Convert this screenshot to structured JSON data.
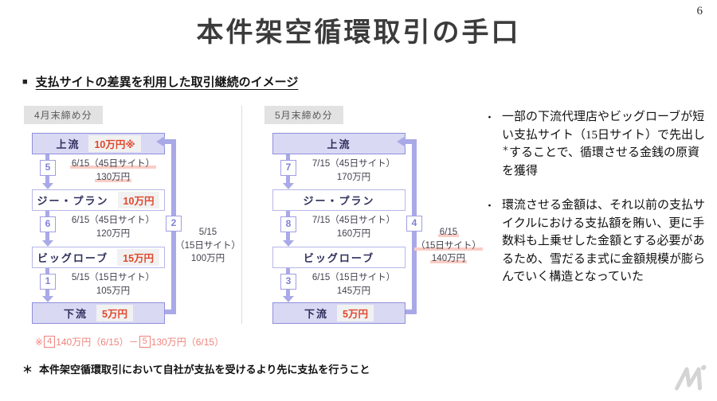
{
  "page": {
    "number": "6",
    "title": "本件架空循環取引の手口",
    "section_marker": "■",
    "section_title": "支払サイトの差異を利用した取引継続のイメージ"
  },
  "diagrams": [
    {
      "label": "4月末締め分",
      "boxes": [
        {
          "name": "上流",
          "amount": "10万円※"
        },
        {
          "name": "ジー・プラン",
          "amount": "10万円"
        },
        {
          "name": "ビッグローブ",
          "amount": "15万円"
        },
        {
          "name": "下流",
          "amount": "5万円"
        }
      ],
      "flows": [
        {
          "badge": "5",
          "date": "6/15（45日サイト）",
          "amount": "130万円"
        },
        {
          "badge": "6",
          "date": "6/15（45日サイト）",
          "amount": "120万円"
        },
        {
          "badge": "1",
          "date": "5/15（15日サイト）",
          "amount": "105万円"
        }
      ],
      "return_flow": {
        "badge": "2",
        "line1": "5/15",
        "line2": "（15日サイト）",
        "line3": "100万円"
      },
      "note": {
        "mark": "※",
        "ref1": "4",
        "seg1": "140万円（6/15）－",
        "ref2": "5",
        "seg2": "130万円（6/15）"
      }
    },
    {
      "label": "5月末締め分",
      "boxes": [
        {
          "name": "上流"
        },
        {
          "name": "ジー・プラン"
        },
        {
          "name": "ビッグローブ"
        },
        {
          "name": "下流",
          "amount": "5万円"
        }
      ],
      "flows": [
        {
          "badge": "7",
          "date": "7/15（45日サイト）",
          "amount": "170万円"
        },
        {
          "badge": "8",
          "date": "7/15（45日サイト）",
          "amount": "160万円"
        },
        {
          "badge": "3",
          "date": "6/15（15日サイト）",
          "amount": "145万円"
        }
      ],
      "return_flow": {
        "badge": "4",
        "line1": "6/15",
        "line2": "（15日サイト）",
        "line3": "140万円"
      }
    }
  ],
  "bullets": [
    {
      "marker": "・",
      "text_pre": "一部の下流代理店やビッグローブが短い支払サイト（15日サイト）で先出し",
      "sup": "＊",
      "text_post": "することで、循環させる金銭の原資を獲得"
    },
    {
      "marker": "・",
      "text": "環流させる金額は、それ以前の支払サイクルにおける支払額を賄い、更に手数料も上乗せした金額とする必要があるため、雪だるま式に金額規模が膨らんでいく構造となっていた"
    }
  ],
  "footnote": {
    "mark": "＊",
    "text": "本件架空循環取引において自社が支払を受けるより先に支払を行うこと"
  },
  "colors": {
    "accent_purple": "#8f8fdb",
    "box_fill_lavender": "#d9d9f4",
    "arrow_purple": "#a9a9e8",
    "amount_red": "#e1472b",
    "highlight_salmon": "#f9cdc5",
    "note_red": "#ef837b",
    "tag_gray_bg": "#e2e2e2"
  }
}
